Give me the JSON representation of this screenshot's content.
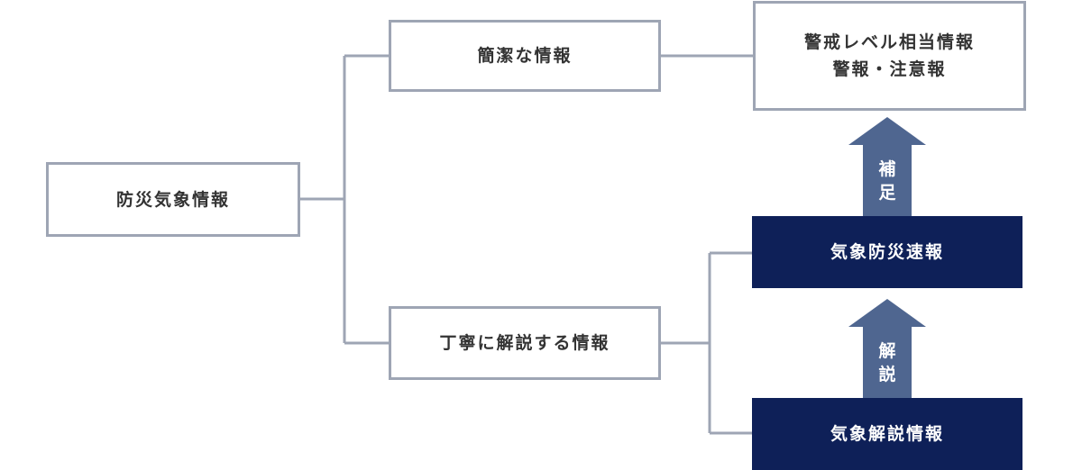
{
  "colors": {
    "outline_border": "#9ea5b4",
    "connector": "#9ea5b4",
    "filled_box": "#0e2058",
    "arrow": "#4f6690",
    "text_dark": "#333333",
    "text_light": "#ffffff"
  },
  "nodes": {
    "root": "防災気象情報",
    "concise": "簡潔な情報",
    "detailed": "丁寧に解説する情報",
    "warning_line1": "警戒レベル相当情報",
    "warning_line2": "警報・注意報",
    "flash": "気象防災速報",
    "explanation": "気象解説情報"
  },
  "arrows": {
    "supplement": [
      "補",
      "足"
    ],
    "explain": [
      "解",
      "説"
    ]
  }
}
